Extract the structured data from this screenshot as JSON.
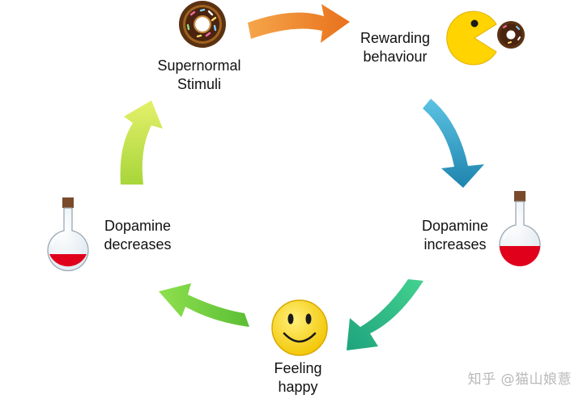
{
  "nodes": {
    "supernormal": {
      "line1": "Supernormal",
      "line2": "Stimuli",
      "icon": "donut-icon"
    },
    "rewarding": {
      "line1": "Rewarding",
      "line2": "behaviour",
      "icon": "pacman-eating-donut-icon"
    },
    "dopamine_increases": {
      "line1": "Dopamine",
      "line2": "increases",
      "icon": "full-flask-icon"
    },
    "feeling_happy": {
      "line1": "Feeling",
      "line2": "happy",
      "icon": "smiley-face-icon"
    },
    "dopamine_decreases": {
      "line1": "Dopamine",
      "line2": "decreases",
      "icon": "low-flask-icon"
    }
  },
  "arrows": {
    "supernormal_to_rewarding": "#F28C28",
    "rewarding_to_increases": "#2E9FC4",
    "increases_to_happy": "#2FBF8A",
    "happy_to_decreases": "#55C83A",
    "decreases_to_supernormal": "#C8E44A"
  },
  "watermark": "知乎 @猫山娘薏"
}
